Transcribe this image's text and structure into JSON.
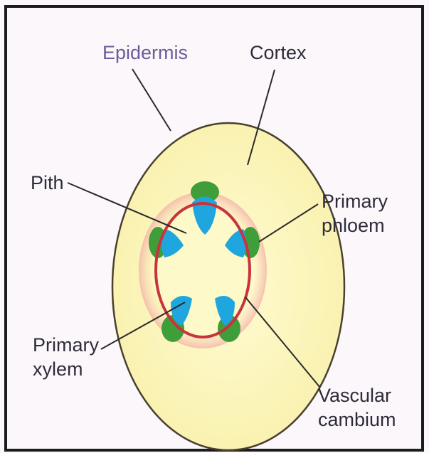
{
  "labels": {
    "epidermis": "Epidermis",
    "cortex": "Cortex",
    "pith": "Pith",
    "primary_phloem": [
      "Primary",
      "phloem"
    ],
    "primary_xylem": [
      "Primary",
      "xylem"
    ],
    "vascular_cambium": [
      "Vascular",
      "cambium"
    ]
  },
  "colors": {
    "frame_border": "#1c1c1c",
    "background": "#fbf7fb",
    "cortex_fill": "#fbf6b8",
    "epidermis_stroke": "#4a4030",
    "cambium_ring": "#c8333d",
    "xylem": "#1fa6de",
    "phloem": "#3f9d3a",
    "pith_fill": "#fdf9c8",
    "leader_lines": "#2b2b2b",
    "label_text": "#2f2b3a",
    "epidermis_label": "#6f5a9a"
  },
  "vascular_bundles": 5
}
